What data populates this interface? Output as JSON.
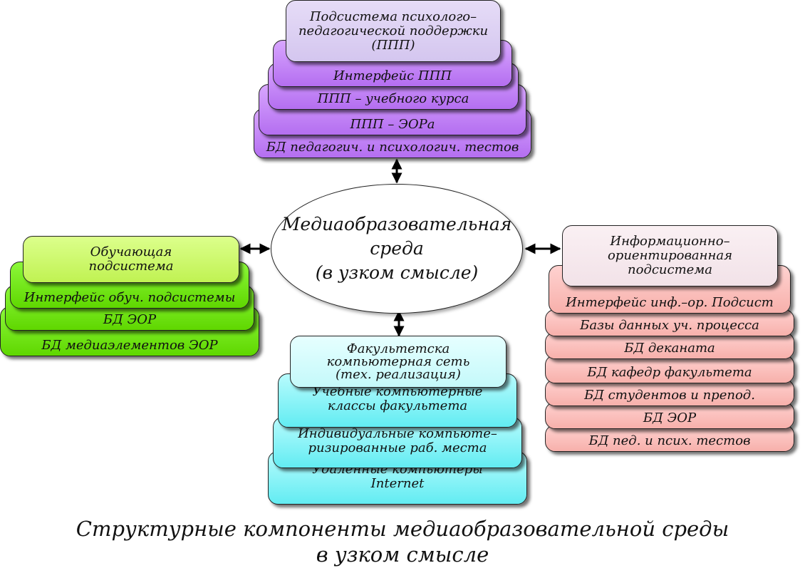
{
  "center": {
    "line1": "Медиаобразовательная",
    "line2": "среда",
    "line3": "(в узком смысле)"
  },
  "top_group": {
    "head": [
      "Подсистема психолого–",
      "педагогической поддержки",
      "(ППП)"
    ],
    "items": [
      "БД педагогич. и психологич. тестов",
      "ППП – ЭОРа",
      "ППП – учебного курса",
      "Интерфейс ППП"
    ]
  },
  "left_group": {
    "head": [
      "Обучающая",
      "подсистема"
    ],
    "items": [
      "БД медиаэлементов ЭОР",
      "БД ЭОР",
      "Интерфейс обуч. подсистемы"
    ]
  },
  "bottom_group": {
    "head": [
      "Факультетска",
      "компьютерная сеть",
      "(тех. реализация)"
    ],
    "items": [
      [
        "Удаленные компьютеры",
        "Internet"
      ],
      [
        "Индивидуальные компьюте–",
        "ризированные раб. места"
      ],
      [
        "Учебные компьютерные",
        "классы факультета"
      ]
    ]
  },
  "right_group": {
    "head": [
      "Информационно–",
      "ориентированная",
      "подсистема"
    ],
    "items": [
      "БД пед. и псих. тестов",
      "БД ЭОР",
      "БД студентов и препод.",
      "БД кафедр факультета",
      "БД деканата",
      "Базы данных уч. процесса",
      "Интерфейс инф.–ор. Подсист"
    ]
  },
  "caption": {
    "line1": "Структурные компоненты медиаобразовательной среды",
    "line2": "в узком смысле"
  }
}
